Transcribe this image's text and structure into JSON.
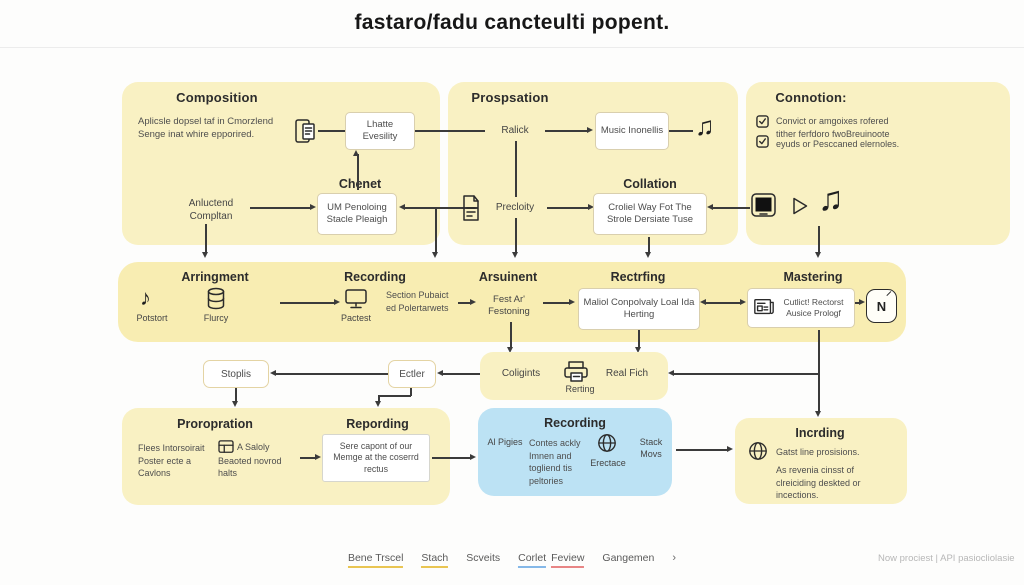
{
  "title": "fastaro/fadu cancteulti popent.",
  "colors": {
    "yellow_panel": "#F9F1C3",
    "yellow_band": "#F8EDB2",
    "blue_panel": "#BCE2F4",
    "legend_yellow": "#E9C552",
    "legend_blue": "#85B8E8",
    "legend_red": "#E88585"
  },
  "composition": {
    "heading": "Composition",
    "description": "Aplicsle dopsel taf in Cmorzlend Senge inat whire epporired.",
    "node_theme": "Lhatte Evesility",
    "sub_heading": "Chenet",
    "node_um": "UM Penoloing Stacle Pleaigh",
    "label_left": "Anluctend Compltan"
  },
  "prospsation": {
    "heading": "Prospsation",
    "label_ralick": "Ralick",
    "node_music": "Music Inonellis",
    "sub_heading": "Collation",
    "label_precloity": "Precloity",
    "node_collation": "Croliel Way Fot The Strole Dersiate Tuse"
  },
  "connotion": {
    "heading": "Connotion:",
    "check1": "Convict or amgoixes rofered tither ferfdoro fwoBreuinoote",
    "check2": "eyuds or Pesccaned elernoles."
  },
  "pipeline": {
    "arringment": {
      "heading": "Arringment",
      "item1": "Potstort",
      "item2": "Flurcy"
    },
    "recording": {
      "heading": "Recording",
      "item1": "Pactest",
      "text": "Section Pubaict ed Polertarwets"
    },
    "arsuinent": {
      "heading": "Arsuinent",
      "text": "Fest Ar' Festoning"
    },
    "rectrfing": {
      "heading": "Rectrfing",
      "node": "Maliol Conpolvaly Loal Ida Herting"
    },
    "mastering": {
      "heading": "Mastering",
      "node": "Cutlict! Rectorst Ausice Prologf",
      "badge": "N"
    }
  },
  "review": {
    "node_stoplis": "Stoplis",
    "node_ectler": "Ectler",
    "panel": {
      "label1": "Coligints",
      "label2": "Real Fich",
      "label3": "Rerting"
    }
  },
  "bottom": {
    "proropration": {
      "heading": "Proropration",
      "text1": "Flees Intorsoirait Poster ecte a Cavlons",
      "text2a": "A Saloly",
      "text2b": "Beaoted novrod halts"
    },
    "repording": {
      "heading": "Repording",
      "node": "Sere capont of our Memge at the coserrd rectus"
    },
    "recording_blue": {
      "heading": "Recording",
      "item1": "Al Pigies",
      "item2": "Contes ackly Imnen and togliend tis peltories",
      "item3": "Erectace",
      "item4": "Stack Movs"
    },
    "incrding": {
      "heading": "Incrding",
      "text1": "Gatst line prosisions.",
      "text2": "As revenia cinsst of clreiciding deskted or incections."
    }
  },
  "footer": {
    "legend": [
      {
        "label": "Bene Trscel",
        "underline": "yellow"
      },
      {
        "label": "Stach",
        "underline": "yellow"
      },
      {
        "label": "Scveits",
        "underline": "none"
      },
      {
        "label": "Corlet",
        "underline": "blue"
      },
      {
        "label": "Feview",
        "underline": "red"
      },
      {
        "label": "Gangemen",
        "underline": "none"
      }
    ],
    "chevron": "›",
    "corner_text": "Now prociest | API pasiocliolasie"
  }
}
